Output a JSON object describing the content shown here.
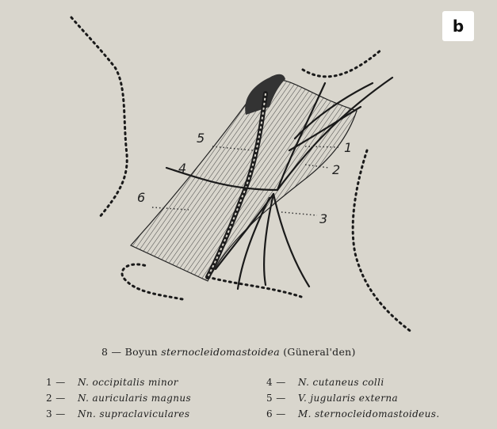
{
  "panel_label": "b",
  "caption": {
    "prefix": "8 —  Boyun ",
    "italic": "sternocleidomastoidea",
    "suffix": " (Güneral'den)"
  },
  "figure_labels": [
    "1",
    "2",
    "3",
    "4",
    "5",
    "6"
  ],
  "legend": [
    {
      "num": "1 —",
      "name": "N. occipitalis minor"
    },
    {
      "num": "2 —",
      "name": "N. auricularis magnus"
    },
    {
      "num": "3 —",
      "name": "Nn. supraclaviculares"
    },
    {
      "num": "4 —",
      "name": "N. cutaneus colli"
    },
    {
      "num": "5 —",
      "name": "V. jugularis externa"
    },
    {
      "num": "6 —",
      "name": "M. sternocleidomastoideus."
    }
  ]
}
